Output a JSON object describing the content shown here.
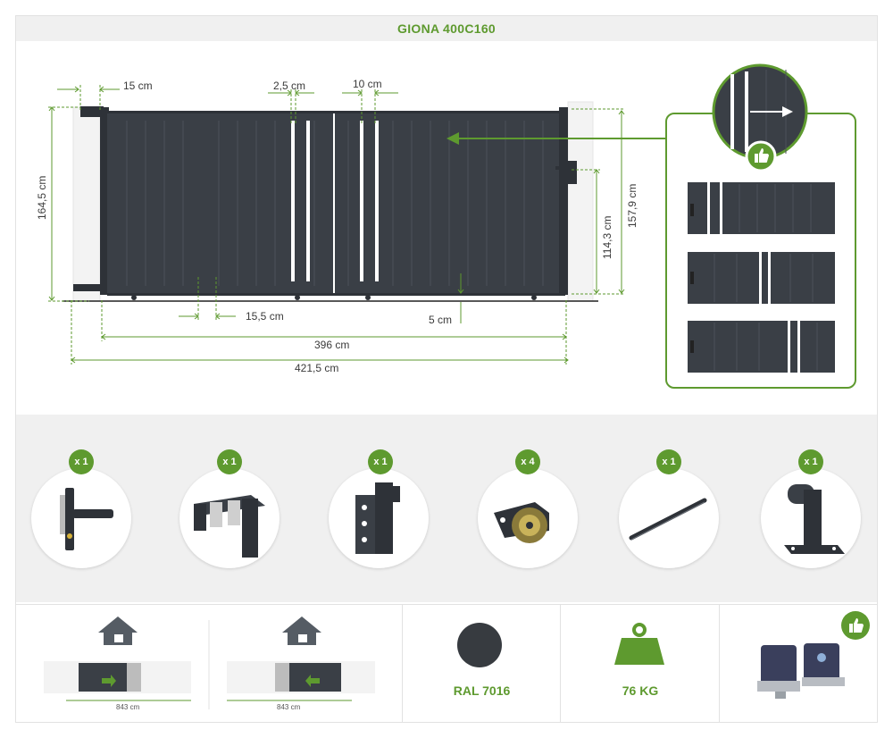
{
  "title": "GIONA 400C160",
  "dimensions": {
    "post_width": "15 cm",
    "gap_width": "2,5 cm",
    "slat_gap": "10 cm",
    "total_height": "164,5 cm",
    "gate_height": "157,9 cm",
    "handle_height": "114,3 cm",
    "bottom_offset": "15,5 cm",
    "ground_clearance": "5 cm",
    "gate_width": "396 cm",
    "overall_width": "421,5 cm"
  },
  "accessories": [
    {
      "qty": "x 1",
      "icon": "handle-lock-icon"
    },
    {
      "qty": "x 1",
      "icon": "top-guide-icon"
    },
    {
      "qty": "x 1",
      "icon": "end-stop-bracket-icon"
    },
    {
      "qty": "x 4",
      "icon": "wheel-carriage-icon"
    },
    {
      "qty": "x 1",
      "icon": "rack-rail-icon"
    },
    {
      "qty": "x 1",
      "icon": "post-stop-icon"
    }
  ],
  "opening": {
    "left_width": "843 cm",
    "right_width": "843 cm"
  },
  "color": {
    "label": "RAL 7016",
    "hex": "#373b40"
  },
  "weight": {
    "label": "76 KG"
  },
  "colors": {
    "accent": "#5e9a2f",
    "gate": "#3a3f46"
  }
}
